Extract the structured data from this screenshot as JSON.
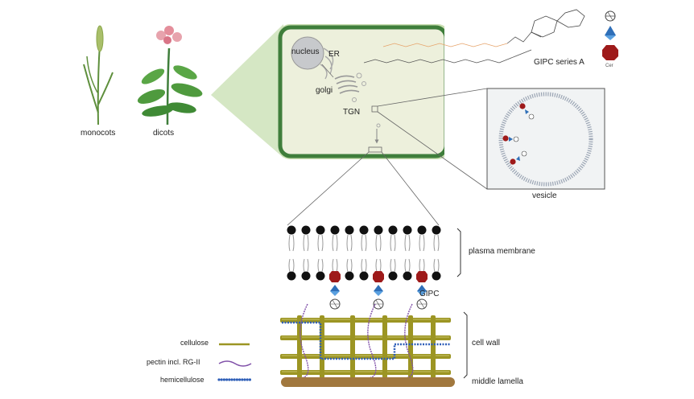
{
  "plants": {
    "monocots": "monocots",
    "dicots": "dicots"
  },
  "cell": {
    "nucleus": "nucleus",
    "er": "ER",
    "golgi": "golgi",
    "tgn": "TGN"
  },
  "structure": {
    "title": "GIPC series A",
    "cer": "Cer"
  },
  "vesicle": {
    "label": "vesicle"
  },
  "membrane": {
    "label": "plasma membrane",
    "gipc": "GIPC"
  },
  "wall": {
    "cell_wall": "cell wall",
    "middle_lamella": "middle lamella"
  },
  "legend": {
    "cellulose": "cellulose",
    "pectin": "pectin incl. RG-II",
    "hemicellulose": "hemicellulose"
  },
  "colors": {
    "cell_border": "#3f7e3b",
    "cell_fill": "#edf0dc",
    "wall_fill": "#c9deb1",
    "cellulose": "#9c9523",
    "pectin": "#7f4fa8",
    "hemicellulose": "#2f5fb8",
    "cer": "#9e1a1a",
    "triangle": "#2f6fb8",
    "lamella": "#a1783e"
  }
}
